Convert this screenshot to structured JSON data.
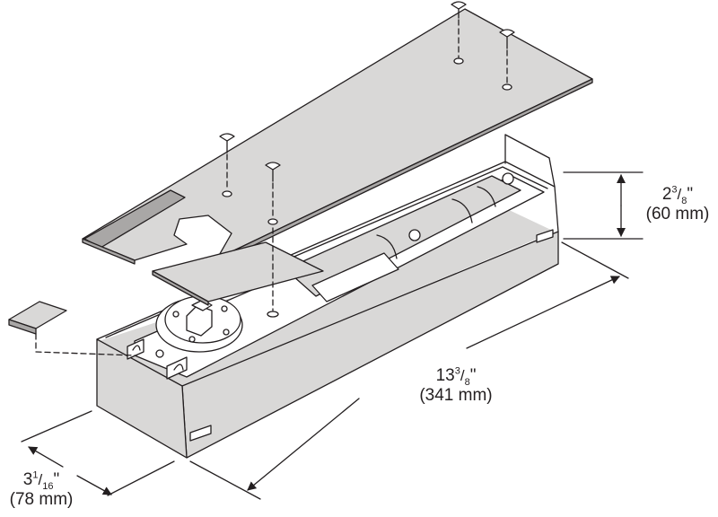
{
  "dimensions": {
    "height": {
      "whole": "2",
      "num": "3",
      "den": "8",
      "unit": "\"",
      "metric": "(60 mm)"
    },
    "length": {
      "whole": "13",
      "num": "3",
      "den": "8",
      "unit": "\"",
      "metric": "(341 mm)"
    },
    "width": {
      "whole": "3",
      "num": "1",
      "den": "16",
      "unit": "\"",
      "metric": "(78 mm)"
    }
  },
  "colors": {
    "body_fill": "#d9d8d7",
    "dark_fill": "#a9a7a6",
    "line": "#231f20",
    "background": "#ffffff"
  }
}
